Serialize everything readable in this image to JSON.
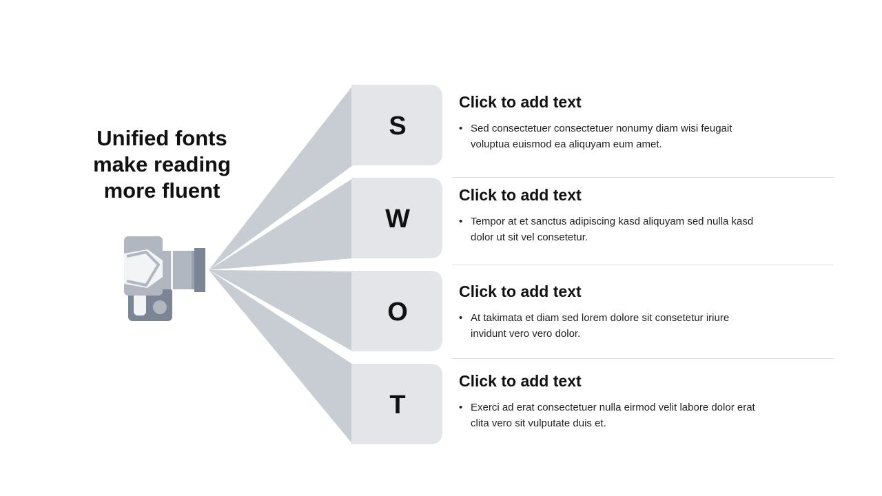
{
  "title": "Unified fonts\nmake reading\nmore fluent",
  "colors": {
    "beam": "#c8ccd3",
    "card": "#e4e5e9",
    "camera_light": "#b1b7c0",
    "camera_dark": "#7c8595",
    "camera_white": "#f3f4f6",
    "divider": "#dcdde1"
  },
  "icons": {
    "camera": "camera-icon"
  },
  "items": [
    {
      "letter": "S",
      "heading": "Click to add text",
      "bullet": "•",
      "body": "Sed consectetuer consectetuer nonumy diam wisi feugait voluptua euismod ea aliquyam eum amet."
    },
    {
      "letter": "W",
      "heading": "Click to add text",
      "bullet": "•",
      "body": "Tempor at et sanctus adipiscing kasd aliquyam sed nulla kasd dolor ut sit vel consetetur."
    },
    {
      "letter": "O",
      "heading": "Click to add text",
      "bullet": "•",
      "body": "At takimata et diam sed lorem dolore sit consetetur iriure invidunt vero vero dolor."
    },
    {
      "letter": "T",
      "heading": "Click to add text",
      "bullet": "•",
      "body": "Exerci ad erat consectetuer nulla eirmod velit labore dolor erat clita vero sit vulputate duis et."
    }
  ]
}
